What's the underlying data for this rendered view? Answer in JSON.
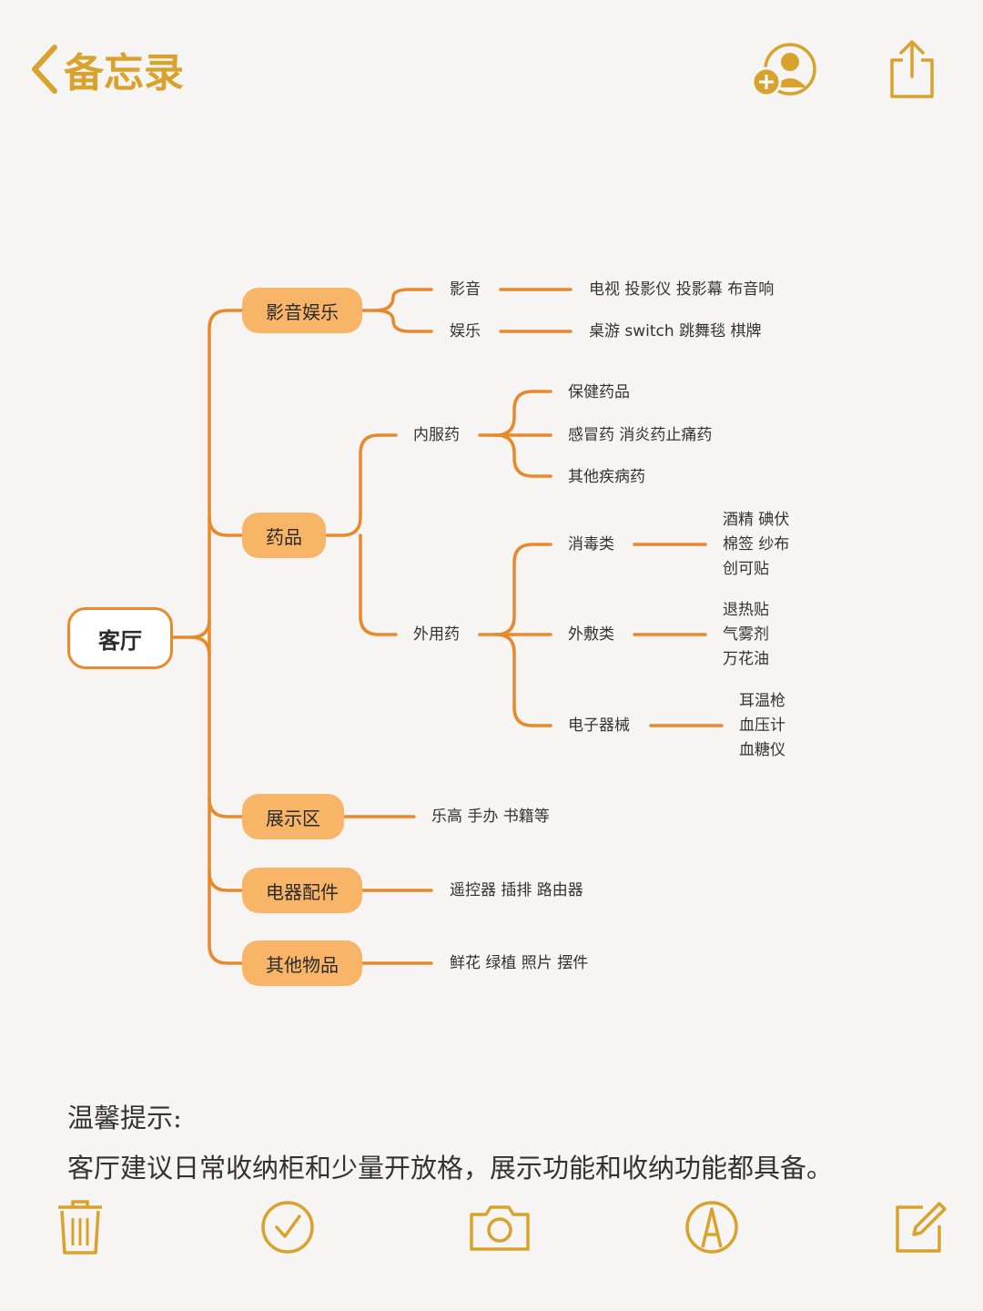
{
  "nav": {
    "back_label": "备忘录",
    "icons": [
      "chevron-left-icon",
      "add-person-icon",
      "share-icon"
    ]
  },
  "mindmap": {
    "root": "客厅",
    "branches": {
      "av": {
        "label": "影音娱乐",
        "children": [
          {
            "label": "影音",
            "detail": "电视 投影仪 投影幕 布音响"
          },
          {
            "label": "娱乐",
            "detail": "桌游 switch 跳舞毯 棋牌"
          }
        ]
      },
      "medicine": {
        "label": "药品",
        "oral": {
          "label": "内服药",
          "items": [
            "保健药品",
            "感冒药 消炎药止痛药",
            "其他疾病药"
          ]
        },
        "external": {
          "label": "外用药",
          "groups": [
            {
              "label": "消毒类",
              "items": [
                "酒精 碘伏",
                "棉签 纱布",
                "创可贴"
              ]
            },
            {
              "label": "外敷类",
              "items": [
                "退热贴",
                "气雾剂",
                "万花油"
              ]
            },
            {
              "label": "电子器械",
              "items": [
                "耳温枪",
                "血压计",
                "血糖仪"
              ]
            }
          ]
        }
      },
      "display": {
        "label": "展示区",
        "detail": "乐高 手办 书籍等"
      },
      "appliance": {
        "label": "电器配件",
        "detail": "遥控器 插排 路由器"
      },
      "other": {
        "label": "其他物品",
        "detail": "鲜花 绿植 照片 摆件"
      }
    }
  },
  "tip": {
    "title": "温馨提示:",
    "body": "客厅建议日常收纳柜和少量开放格，展示功能和收纳功能都具备。"
  },
  "toolbar": [
    "trash-icon",
    "checklist-icon",
    "camera-icon",
    "markup-icon",
    "compose-icon"
  ],
  "colors": {
    "accent": "#d8a22c",
    "line": "#e8892b",
    "node": "#f8b467"
  }
}
